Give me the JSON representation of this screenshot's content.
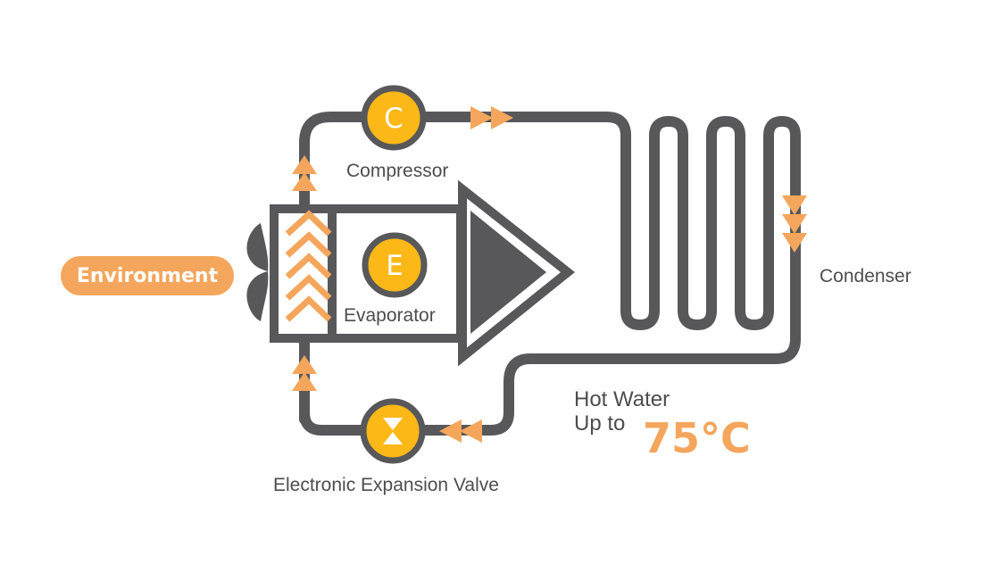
{
  "colors": {
    "pipe": "#58585a",
    "accent": "#f4a65c",
    "component": "#fbb817",
    "text": "#4d4d4f"
  },
  "environment": {
    "label": "Environment"
  },
  "compressor": {
    "letter": "C",
    "label": "Compressor"
  },
  "evaporator": {
    "letter": "E",
    "label": "Evaporator"
  },
  "condenser": {
    "label": "Condenser"
  },
  "expansion_valve": {
    "label": "Electronic Expansion Valve",
    "icon": "hourglass-icon"
  },
  "hot_water": {
    "line1": "Hot Water",
    "line2": "Up to",
    "temperature": "75°C"
  }
}
